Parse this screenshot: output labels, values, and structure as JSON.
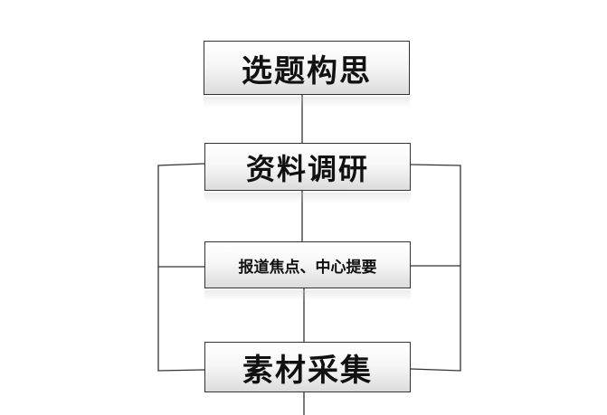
{
  "diagram": {
    "nodes": [
      {
        "id": "topic",
        "label": "选题构思"
      },
      {
        "id": "research",
        "label": "资料调研"
      },
      {
        "id": "focus",
        "label": "报道焦点、中心提要"
      },
      {
        "id": "material",
        "label": "素材采集"
      }
    ],
    "edges": [
      {
        "from": "topic",
        "to": "research"
      },
      {
        "from": "research",
        "to": "focus"
      },
      {
        "from": "focus",
        "to": "material"
      },
      {
        "from": "research",
        "to": "material",
        "route": "left-loop"
      },
      {
        "from": "research",
        "to": "material",
        "route": "right-loop"
      }
    ]
  }
}
